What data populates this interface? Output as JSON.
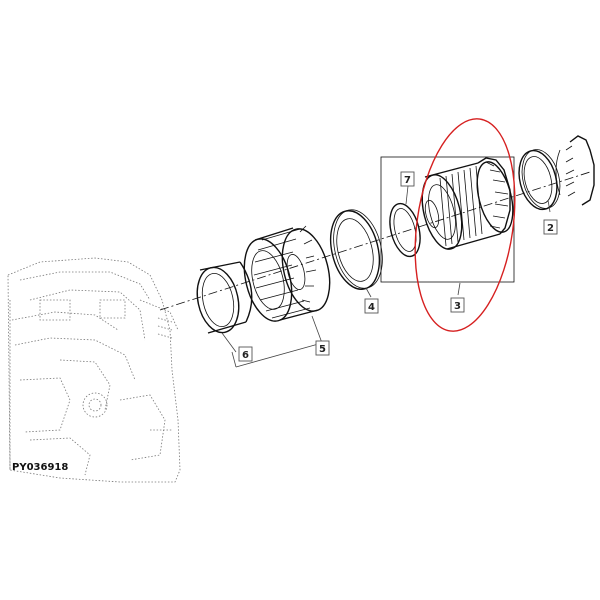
{
  "reference_code": "PY036918",
  "highlight_color": "#d62020",
  "callouts": [
    {
      "id": "c2",
      "label": "2"
    },
    {
      "id": "c3",
      "label": "3"
    },
    {
      "id": "c4",
      "label": "4"
    },
    {
      "id": "c5",
      "label": "5"
    },
    {
      "id": "c6",
      "label": "6"
    },
    {
      "id": "c7",
      "label": "7"
    }
  ]
}
